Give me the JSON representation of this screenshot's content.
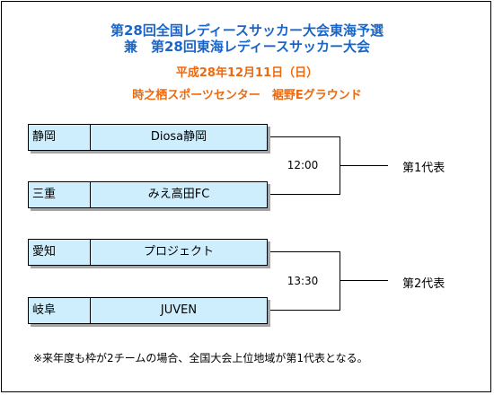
{
  "header": {
    "title_line1": "第28回全国レディースサッカー大会東海予選",
    "title_line2": "兼　第28回東海レディースサッカー大会",
    "date": "平成28年12月11日（日）",
    "venue": "時之栖スポーツセンター　裾野Eグラウンド"
  },
  "matches": [
    {
      "time": "12:00",
      "result": "第1代表",
      "teams": [
        {
          "prefecture": "静岡",
          "name": "Diosa静岡"
        },
        {
          "prefecture": "三重",
          "name": "みえ高田FC"
        }
      ]
    },
    {
      "time": "13:30",
      "result": "第2代表",
      "teams": [
        {
          "prefecture": "愛知",
          "name": "プロジェクト"
        },
        {
          "prefecture": "岐阜",
          "name": "JUVEN"
        }
      ]
    }
  ],
  "note": "※来年度も枠が2チームの場合、全国大会上位地域が第1代表となる。",
  "colors": {
    "title": "#1a66c8",
    "subtitle": "#ec6a10",
    "team_box": "#cfeefd"
  }
}
